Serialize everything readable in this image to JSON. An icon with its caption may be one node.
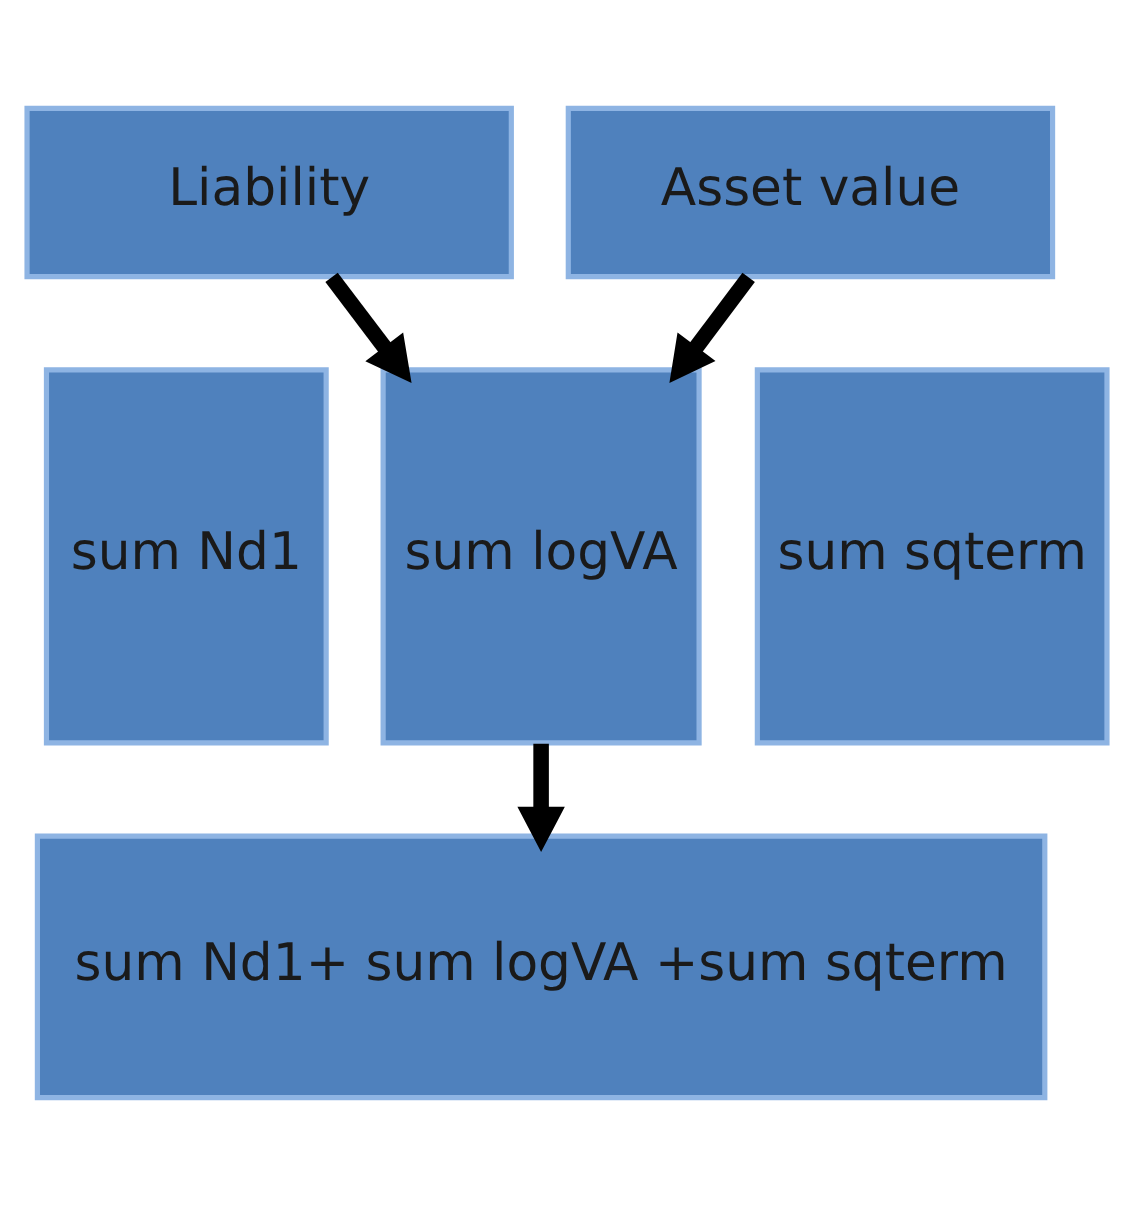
{
  "diagram": {
    "nodes": [
      {
        "text": [
          "Liability"
        ]
      },
      {
        "text": [
          "Asset value"
        ]
      },
      {
        "text": [
          "sum Nd1"
        ]
      },
      {
        "text": [
          "sum logVA"
        ]
      },
      {
        "text": [
          "sum sqterm"
        ]
      },
      {
        "text": [
          "sum Nd1+ sum logVA +sum sqterm"
        ]
      }
    ],
    "edges": [
      {
        "from": 0,
        "to": 3,
        "arrow": "to"
      },
      {
        "from": 1,
        "to": 3,
        "arrow": "to"
      },
      {
        "from": 3,
        "to": 5,
        "arrow": "to"
      }
    ]
  }
}
